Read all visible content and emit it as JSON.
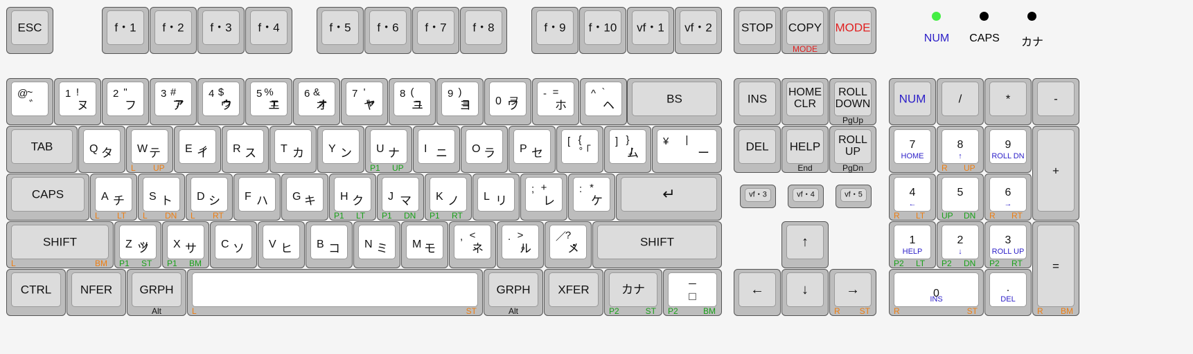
{
  "colors": {
    "orange": "#ee7d10",
    "green": "#18a018",
    "blue": "#2d20c8",
    "red": "#e02020",
    "led_on": "#44ee44",
    "led_off": "#000000"
  },
  "indicators": [
    {
      "label": "NUM",
      "on": true,
      "label_color": "blue"
    },
    {
      "label": "CAPS",
      "on": false,
      "label_color": null
    },
    {
      "label": "カナ",
      "on": false,
      "label_color": null
    }
  ],
  "keys": {
    "esc": "ESC",
    "f1": "f・1",
    "f2": "f・2",
    "f3": "f・3",
    "f4": "f・4",
    "f5": "f・5",
    "f6": "f・6",
    "f7": "f・7",
    "f8": "f・8",
    "f9": "f・9",
    "f10": "f・10",
    "vf1": "vf・1",
    "vf2": "vf・2",
    "stop": "STOP",
    "copy": "COPY",
    "copy_sub": "MODE",
    "mode": "MODE",
    "k1": {
      "up": "!",
      "main": "1",
      "kana": "ヌ"
    },
    "k2": {
      "up": "\"",
      "main": "2",
      "kana": "フ"
    },
    "k3": {
      "up": "#",
      "main": "3",
      "kana": "ア",
      "kana_up": "ァ"
    },
    "k4": {
      "up": "$",
      "main": "4",
      "kana": "ウ",
      "kana_up": "ゥ"
    },
    "k5": {
      "up": "%",
      "main": "5",
      "kana": "エ",
      "kana_up": "ェ"
    },
    "k6": {
      "up": "&",
      "main": "6",
      "kana": "オ",
      "kana_up": "ォ"
    },
    "k7": {
      "up": "'",
      "main": "7",
      "kana": "ヤ",
      "kana_up": "ャ"
    },
    "k8": {
      "up": "(",
      "main": "8",
      "kana": "ユ",
      "kana_up": "ュ"
    },
    "k9": {
      "up": ")",
      "main": "9",
      "kana": "ヨ",
      "kana_up": "ョ"
    },
    "k0": {
      "main": "0",
      "kana": "ワ",
      "kana_up": "ヲ"
    },
    "kminus": {
      "up": "=",
      "main": "-",
      "kana": "ホ"
    },
    "kcaret": {
      "up": "`",
      "main": "^",
      "kana": "ヘ"
    },
    "kat": {
      "up": "~",
      "main": "@",
      "kana": "゛"
    },
    "bs": "BS",
    "tab": "TAB",
    "q": {
      "main": "Q",
      "kana": "タ"
    },
    "w": {
      "main": "W",
      "kana": "テ",
      "l1": "L",
      "l2": "UP"
    },
    "e": {
      "main": "E",
      "kana": "イ",
      "kana_up": "ィ"
    },
    "r": {
      "main": "R",
      "kana": "ス"
    },
    "t": {
      "main": "T",
      "kana": "カ"
    },
    "y": {
      "main": "Y",
      "kana": "ン"
    },
    "u": {
      "main": "U",
      "kana": "ナ",
      "l1": "P1",
      "l2": "UP"
    },
    "i": {
      "main": "I",
      "kana": "ニ"
    },
    "o": {
      "main": "O",
      "kana": "ラ"
    },
    "p": {
      "main": "P",
      "kana": "セ"
    },
    "lbr": {
      "up": "{",
      "main": "[",
      "kana": "゜",
      "kana_up": "「"
    },
    "rbr": {
      "up": "}",
      "main": "]",
      "kana": "ム",
      "kana_up": "」"
    },
    "yen": {
      "up": "|",
      "main": "¥",
      "kana": "ー"
    },
    "caps": "CAPS",
    "a": {
      "main": "A",
      "kana": "チ",
      "l1": "L",
      "l2": "LT"
    },
    "s": {
      "main": "S",
      "kana": "ト",
      "l1": "L",
      "l2": "DN"
    },
    "d": {
      "main": "D",
      "kana": "シ",
      "l1": "L",
      "l2": "RT"
    },
    "f": {
      "main": "F",
      "kana": "ハ"
    },
    "g": {
      "main": "G",
      "kana": "キ"
    },
    "h": {
      "main": "H",
      "kana": "ク",
      "l1": "P1",
      "l2": "LT"
    },
    "j": {
      "main": "J",
      "kana": "マ",
      "l1": "P1",
      "l2": "DN"
    },
    "k": {
      "main": "K",
      "kana": "ノ",
      "l1": "P1",
      "l2": "RT"
    },
    "l": {
      "main": "L",
      "kana": "リ"
    },
    "semi": {
      "up": "+",
      "main": ";",
      "kana": "レ"
    },
    "colon": {
      "up": "*",
      "main": ":",
      "kana": "ケ"
    },
    "enter": "↵",
    "shift_l": "SHIFT",
    "shift_l_l1": "L",
    "shift_l_l2": "BM",
    "z": {
      "main": "Z",
      "kana": "ツ",
      "kana_up": "ッ",
      "l1": "P1",
      "l2": "ST"
    },
    "x": {
      "main": "X",
      "kana": "サ",
      "l1": "P1",
      "l2": "BM"
    },
    "c": {
      "main": "C",
      "kana": "ソ"
    },
    "v": {
      "main": "V",
      "kana": "ヒ"
    },
    "b": {
      "main": "B",
      "kana": "コ"
    },
    "n": {
      "main": "N",
      "kana": "ミ"
    },
    "m": {
      "main": "M",
      "kana": "モ"
    },
    "comma": {
      "up": "<",
      "main": ",",
      "kana": "ネ",
      "kana_up": "、"
    },
    "period": {
      "up": ">",
      "main": ".",
      "kana": "ル",
      "kana_up": "。"
    },
    "slash": {
      "up": "?",
      "main": "／",
      "kana": "メ",
      "kana_up": "・"
    },
    "shift_r": "SHIFT",
    "ctrl": "CTRL",
    "nfer": "NFER",
    "grph": "GRPH",
    "grph_sub": "Alt",
    "space_l1": "L",
    "space_l2": "ST",
    "grph2": "GRPH",
    "grph2_sub": "Alt",
    "xfer": "XFER",
    "kana": "カナ",
    "kana_l1": "P2",
    "kana_l2": "ST",
    "zen_up": "─",
    "zen": "□",
    "zen_l1": "P2",
    "zen_l2": "BM",
    "ins": "INS",
    "homeclr": [
      "HOME",
      "CLR"
    ],
    "rolldown": [
      "ROLL",
      "DOWN"
    ],
    "rolldown_sub": "PgUp",
    "del": "DEL",
    "help": "HELP",
    "help_sub": "End",
    "rollup": [
      "ROLL",
      "UP"
    ],
    "rollup_sub": "PgDn",
    "vf3": "vf・3",
    "vf4": "vf・4",
    "vf5": "vf・5",
    "up": "↑",
    "left": "←",
    "down": "↓",
    "right": "→",
    "right_l1": "R",
    "right_l2": "ST",
    "num": "NUM",
    "ndiv": "/",
    "nmul": "*",
    "nminus": "-",
    "nplus": "+",
    "nequal": "=",
    "n7": {
      "main": "7",
      "sub": "HOME"
    },
    "n8": {
      "main": "8",
      "sub": "↑",
      "l1": "R",
      "l2": "UP"
    },
    "n9": {
      "main": "9",
      "sub": "ROLL DN"
    },
    "n4": {
      "main": "4",
      "sub": "←",
      "l1": "R",
      "l2": "LT"
    },
    "n5": {
      "main": "5",
      "l1": "UP",
      "l2": "DN"
    },
    "n6": {
      "main": "6",
      "sub": "→",
      "l1": "R",
      "l2": "RT"
    },
    "n1": {
      "main": "1",
      "sub": "HELP",
      "l1": "P2",
      "l2": "LT"
    },
    "n2": {
      "main": "2",
      "sub": "↓",
      "l1": "P2",
      "l2": "DN"
    },
    "n3": {
      "main": "3",
      "sub": "ROLL UP",
      "l1": "P2",
      "l2": "RT"
    },
    "n0": {
      "main": "0",
      "sub": "INS",
      "l1": "R",
      "l2": "ST"
    },
    "ndot": {
      "main": ".",
      "sub": "DEL"
    },
    "nequal_l1": "R",
    "nequal_l2": "BM"
  }
}
